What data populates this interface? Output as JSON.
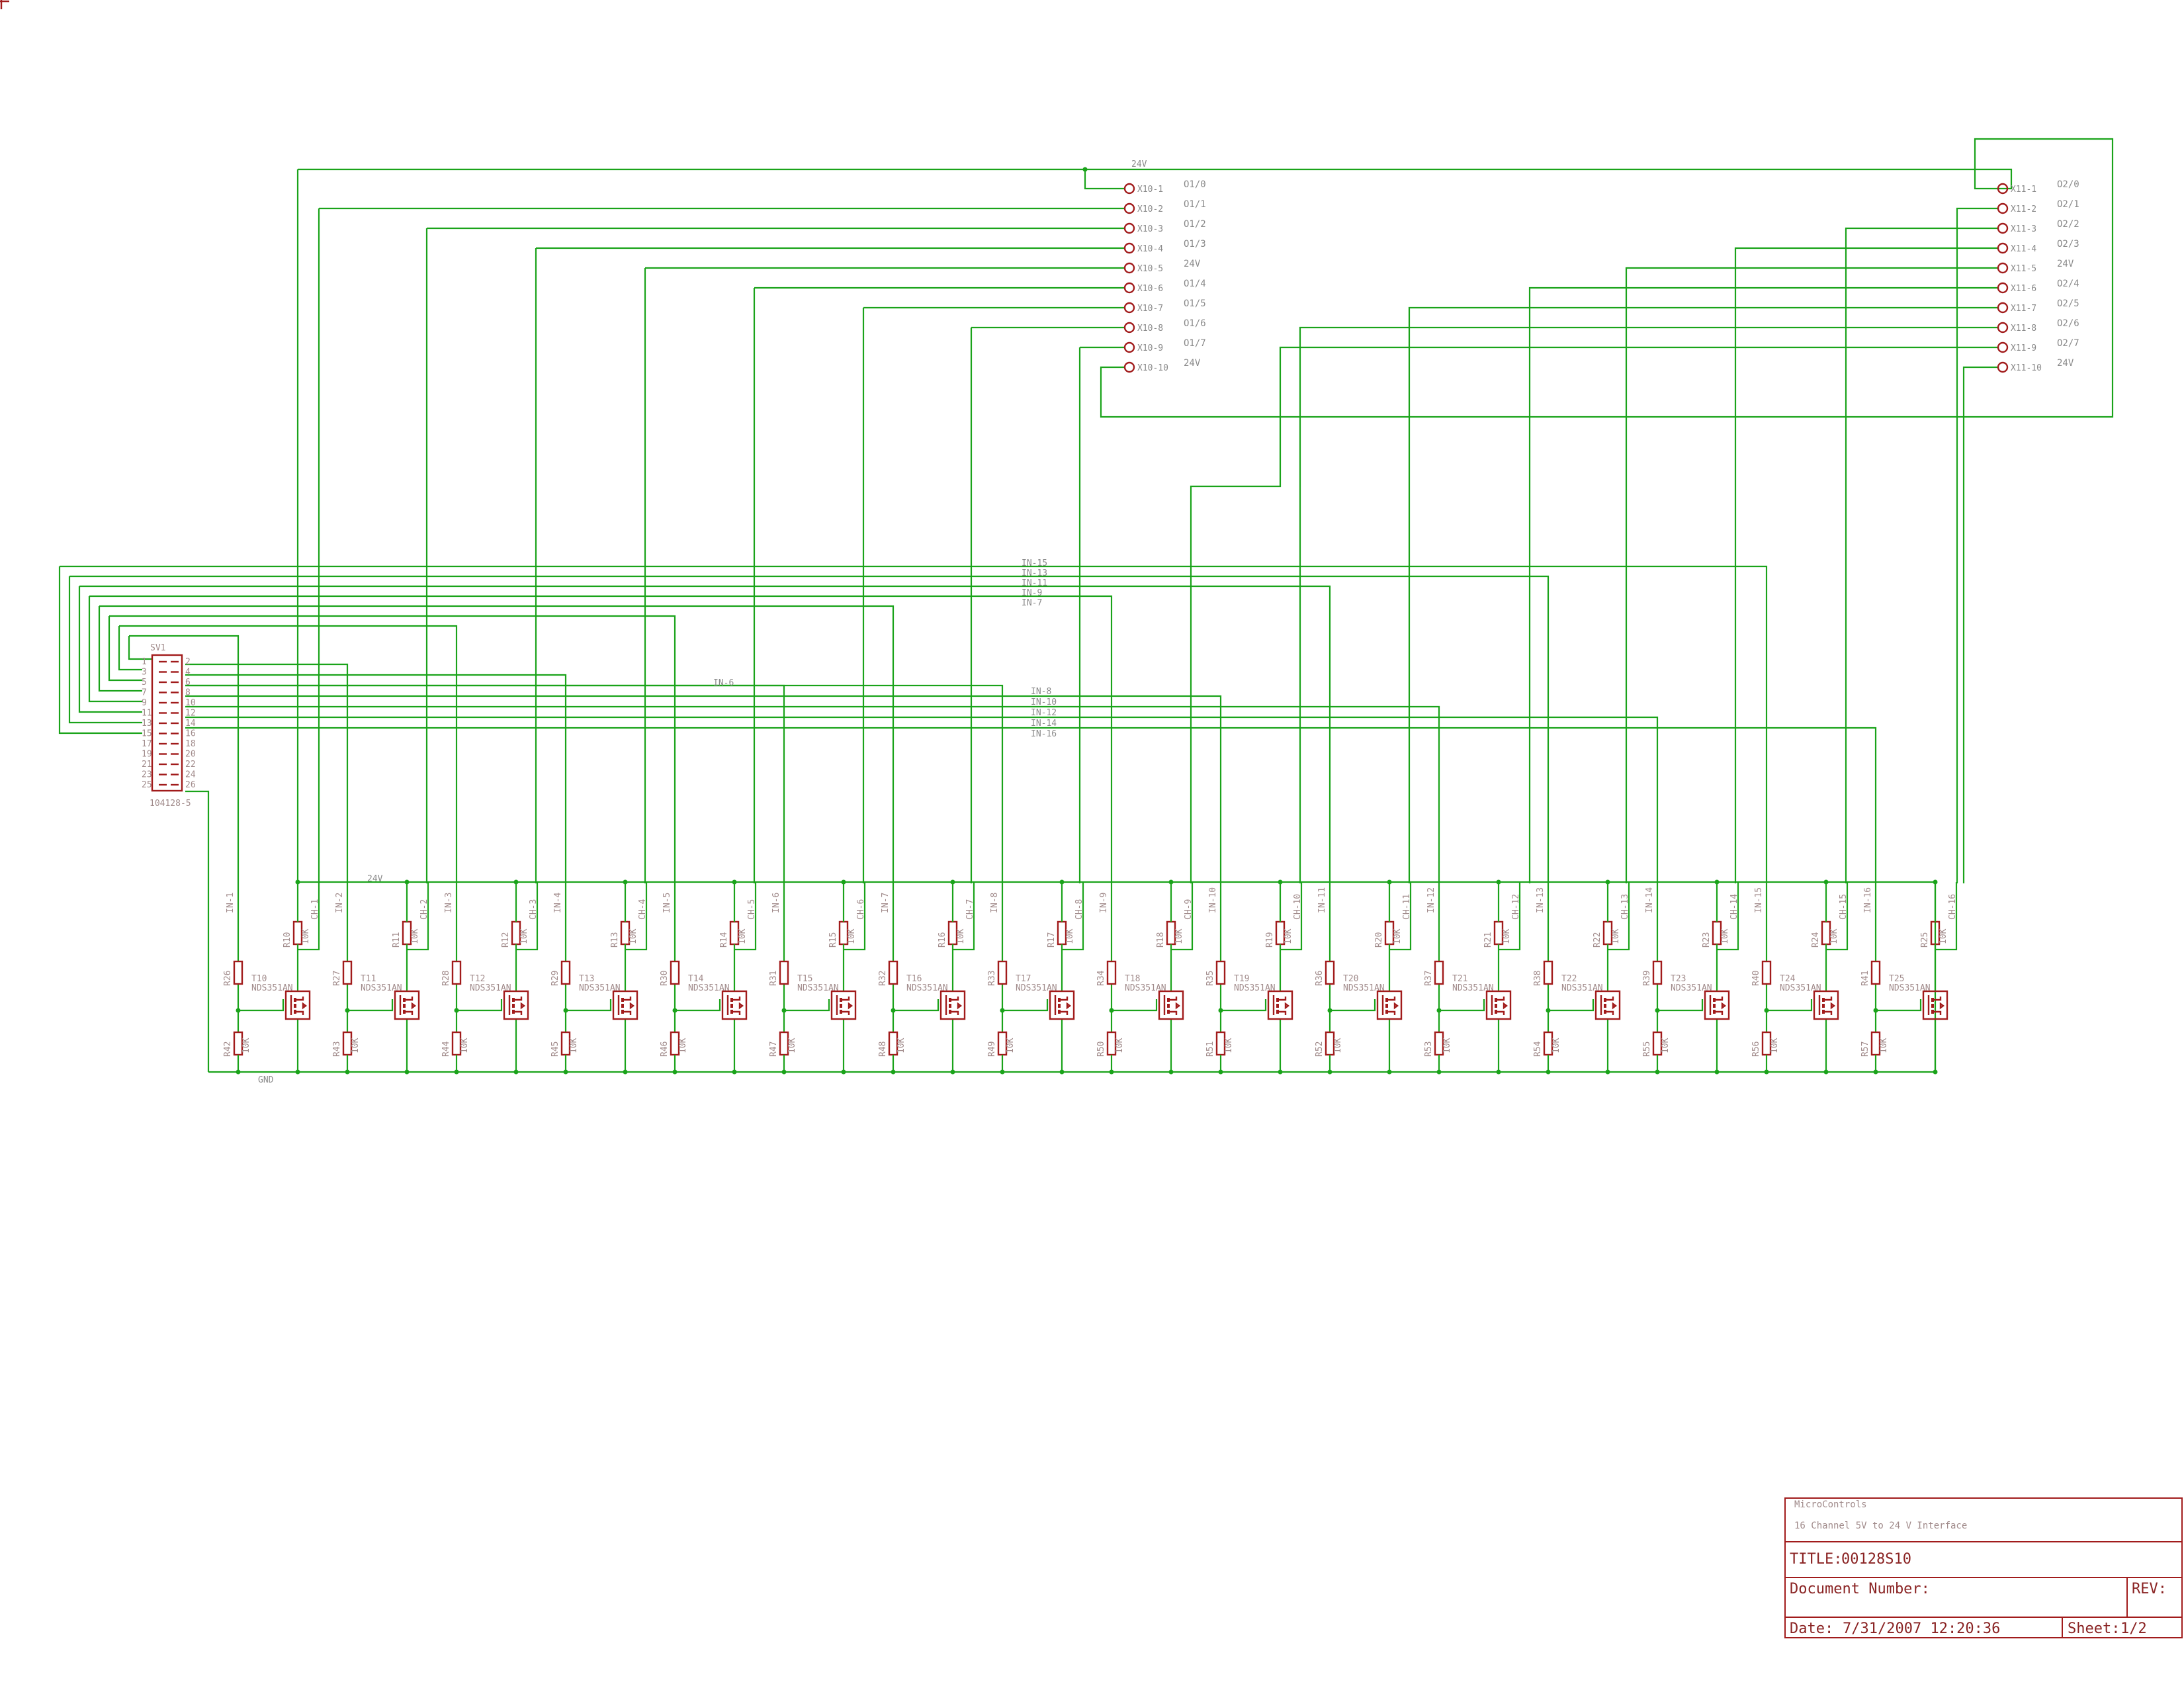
{
  "nets": {
    "v24": "24V",
    "gnd": "GND",
    "in6_hdr": "IN-6"
  },
  "connector_sv1": {
    "name": "SV1",
    "value": "104128-5",
    "pins_left": [
      "1",
      "3",
      "5",
      "7",
      "9",
      "11",
      "13",
      "15",
      "17",
      "19",
      "21",
      "23",
      "25"
    ],
    "pins_right": [
      "2",
      "4",
      "6",
      "8",
      "10",
      "12",
      "14",
      "16",
      "18",
      "20",
      "22",
      "24",
      "26"
    ]
  },
  "bus_labels_top": [
    "IN-15",
    "IN-13",
    "IN-11",
    "IN-9",
    "IN-7"
  ],
  "bus_labels_mid": [
    "IN-8",
    "IN-10",
    "IN-12",
    "IN-14",
    "IN-16"
  ],
  "connector_x10": {
    "pins": [
      "X10-1",
      "X10-2",
      "X10-3",
      "X10-4",
      "X10-5",
      "X10-6",
      "X10-7",
      "X10-8",
      "X10-9",
      "X10-10"
    ],
    "signals": [
      "O1/0",
      "O1/1",
      "O1/2",
      "O1/3",
      "24V",
      "O1/4",
      "O1/5",
      "O1/6",
      "O1/7",
      "24V"
    ]
  },
  "connector_x11": {
    "pins": [
      "X11-1",
      "X11-2",
      "X11-3",
      "X11-4",
      "X11-5",
      "X11-6",
      "X11-7",
      "X11-8",
      "X11-9",
      "X11-10"
    ],
    "signals": [
      "O2/0",
      "O2/1",
      "O2/2",
      "O2/3",
      "24V",
      "O2/4",
      "O2/5",
      "O2/6",
      "O2/7",
      "24V"
    ]
  },
  "channels": [
    {
      "in": "IN-1",
      "ch": "CH-1",
      "rin": "R26",
      "t": "T10",
      "rpu": "R10",
      "rpd": "R42"
    },
    {
      "in": "IN-2",
      "ch": "CH-2",
      "rin": "R27",
      "t": "T11",
      "rpu": "R11",
      "rpd": "R43"
    },
    {
      "in": "IN-3",
      "ch": "CH-3",
      "rin": "R28",
      "t": "T12",
      "rpu": "R12",
      "rpd": "R44"
    },
    {
      "in": "IN-4",
      "ch": "CH-4",
      "rin": "R29",
      "t": "T13",
      "rpu": "R13",
      "rpd": "R45"
    },
    {
      "in": "IN-5",
      "ch": "CH-5",
      "rin": "R30",
      "t": "T14",
      "rpu": "R14",
      "rpd": "R46"
    },
    {
      "in": "IN-6",
      "ch": "CH-6",
      "rin": "R31",
      "t": "T15",
      "rpu": "R15",
      "rpd": "R47"
    },
    {
      "in": "IN-7",
      "ch": "CH-7",
      "rin": "R32",
      "t": "T16",
      "rpu": "R16",
      "rpd": "R48"
    },
    {
      "in": "IN-8",
      "ch": "CH-8",
      "rin": "R33",
      "t": "T17",
      "rpu": "R17",
      "rpd": "R49"
    },
    {
      "in": "IN-9",
      "ch": "CH-9",
      "rin": "R34",
      "t": "T18",
      "rpu": "R18",
      "rpd": "R50"
    },
    {
      "in": "IN-10",
      "ch": "CH-10",
      "rin": "R35",
      "t": "T19",
      "rpu": "R19",
      "rpd": "R51"
    },
    {
      "in": "IN-11",
      "ch": "CH-11",
      "rin": "R36",
      "t": "T20",
      "rpu": "R20",
      "rpd": "R52"
    },
    {
      "in": "IN-12",
      "ch": "CH-12",
      "rin": "R37",
      "t": "T21",
      "rpu": "R21",
      "rpd": "R53"
    },
    {
      "in": "IN-13",
      "ch": "CH-13",
      "rin": "R38",
      "t": "T22",
      "rpu": "R22",
      "rpd": "R54"
    },
    {
      "in": "IN-14",
      "ch": "CH-14",
      "rin": "R39",
      "t": "T23",
      "rpu": "R23",
      "rpd": "R55"
    },
    {
      "in": "IN-15",
      "ch": "CH-15",
      "rin": "R40",
      "t": "T24",
      "rpu": "R24",
      "rpd": "R56"
    },
    {
      "in": "IN-16",
      "ch": "CH-16",
      "rin": "R41",
      "t": "T25",
      "rpu": "R25",
      "rpd": "R57"
    }
  ],
  "resistor_value": "10K",
  "transistor_value": "NDS351AN",
  "title_block": {
    "company": "MicroControls",
    "description": "16 Channel 5V to 24 V Interface",
    "title_label": "TITLE:",
    "title_value": "00128S10",
    "docnum_label": "Document Number:",
    "rev_label": "REV:",
    "date_label": "Date:",
    "date_value": "7/31/2007 12:20:36",
    "sheet_label": "Sheet:",
    "sheet_value": "1/2"
  }
}
